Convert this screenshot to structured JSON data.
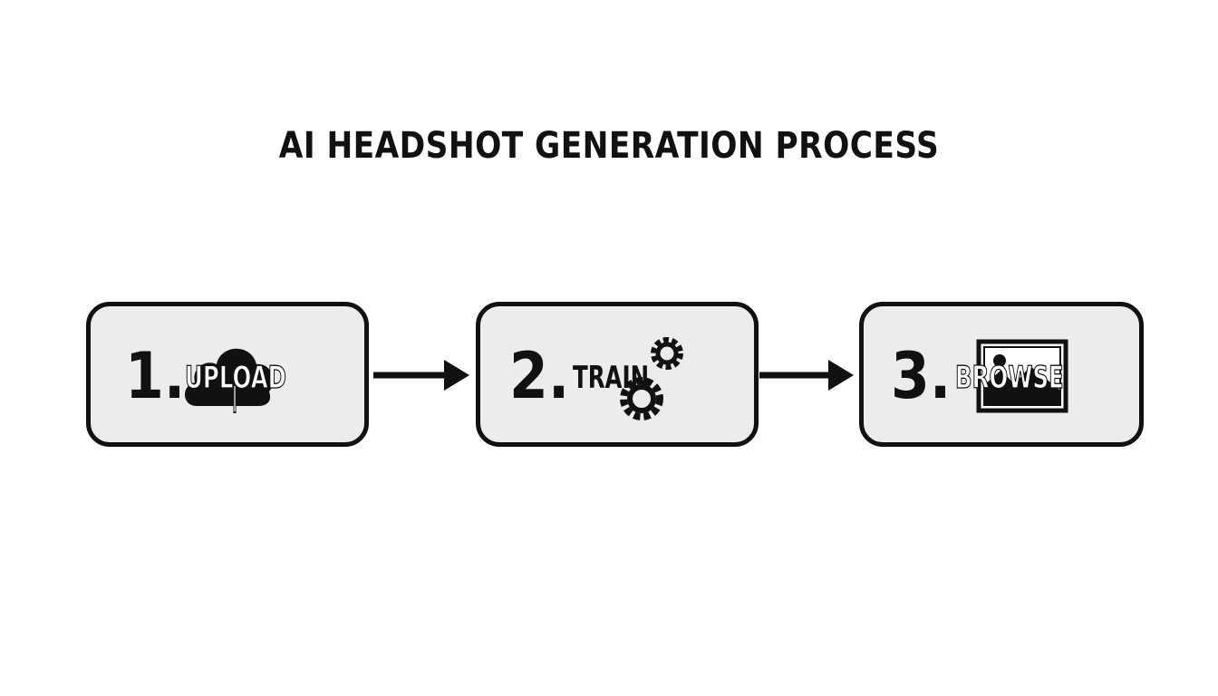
{
  "title": "AI HEADSHOT GENERATION PROCESS",
  "steps": [
    {
      "number": "1.",
      "label": "UPLOAD",
      "icon": "cloud-upload-icon"
    },
    {
      "number": "2.",
      "label": "TRAIN",
      "icon": "gears-icon"
    },
    {
      "number": "3.",
      "label": "BROWSE",
      "icon": "image-icon"
    }
  ],
  "colors": {
    "background": "#ffffff",
    "box_fill": "#ececec",
    "stroke": "#111111"
  }
}
